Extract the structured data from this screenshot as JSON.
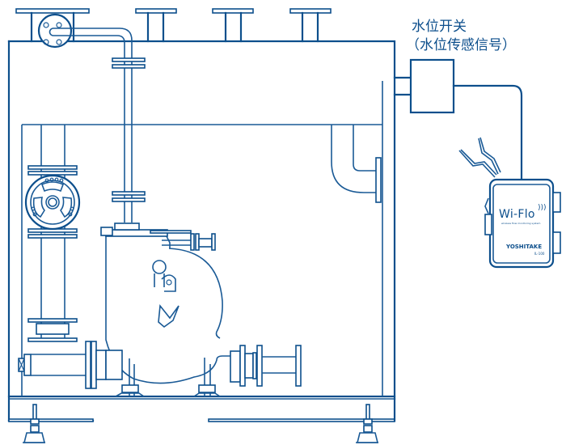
{
  "title": "Water level switch / Wi-Flo monitoring diagram",
  "labels": {
    "switch_line1": "水位开关",
    "switch_line2": "（水位传感信号）"
  },
  "device": {
    "brand_main": "Wi-Flo",
    "brand_tagline": "wireless flow monitoring system",
    "maker": "YOSHITAKE",
    "model": "IL-100"
  },
  "colors": {
    "line": "#0d4f8c",
    "background": "#ffffff"
  }
}
